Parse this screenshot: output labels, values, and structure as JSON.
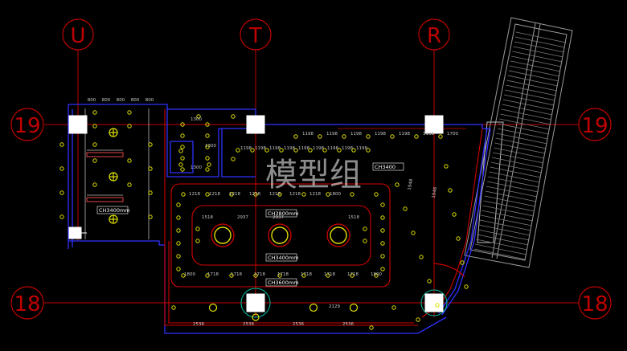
{
  "grid": {
    "columns": [
      "U",
      "T",
      "R"
    ],
    "rows": [
      "19",
      "18"
    ]
  },
  "watermark": "模型组",
  "labels": {
    "ch_left": "CH3400mm",
    "ch_right": "CH3400",
    "ch_inner_top": "CH3800mm",
    "ch_inner_mid": "CH3400mm",
    "ch_bottom": "CH3600mm"
  },
  "dims": {
    "top_left": [
      "800",
      "800",
      "800",
      "800",
      "800"
    ],
    "corridor": [
      "1300",
      "1300",
      "1300"
    ],
    "top_row": [
      "1198",
      "1198",
      "1198",
      "1198",
      "1198",
      "1198",
      "1700"
    ],
    "second_row": [
      "1198",
      "1198",
      "1198",
      "1198",
      "1198",
      "1198",
      "1198",
      "1198",
      "1198"
    ],
    "hall_top": [
      "1218",
      "1218",
      "1218",
      "1218",
      "1218",
      "1218",
      "1218",
      "1800"
    ],
    "hall_inner": [
      "1518",
      "2937",
      "2937",
      "1518"
    ],
    "hall_bottom": [
      "1800",
      "1718",
      "1718",
      "1718",
      "1718",
      "1718",
      "1718",
      "1718",
      "1800"
    ],
    "bottom": [
      "2536",
      "2536",
      "2536",
      "2536"
    ],
    "bottom_mid": "2129",
    "vertical_right": [
      "1948",
      "1846"
    ]
  }
}
